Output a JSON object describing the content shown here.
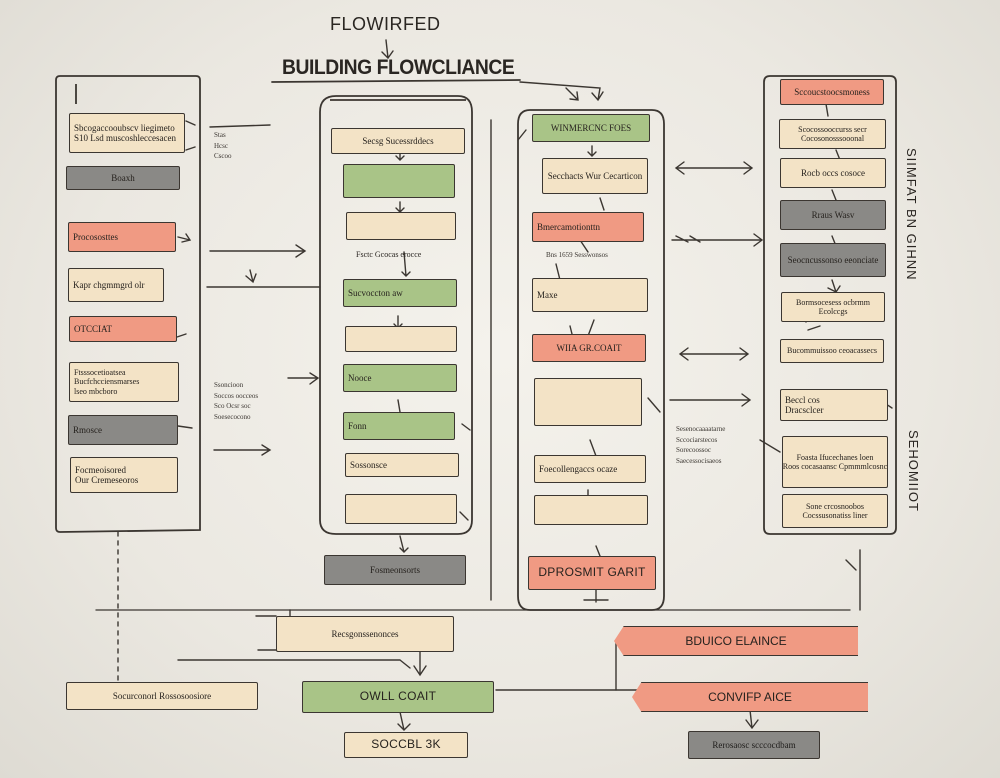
{
  "header": {
    "title_top": "FLOWIRFED",
    "title_main": "BUILDING FLOWCLIANCE"
  },
  "columns": {
    "col1": [
      {
        "label": "Sbcogaccooubscv liegimeto\nS10 Lsd muscoshleccesacen",
        "color": "cream"
      },
      {
        "label": "Boaxh",
        "color": "gray"
      },
      {
        "label": "Procososttes",
        "color": "salmon"
      },
      {
        "label": "Kapr chgmmgrd  olr",
        "color": "cream"
      },
      {
        "label": "OTCCIAT",
        "color": "salmon"
      },
      {
        "label": "Ftsssocetioatsea\nBucfchcciensmarses\nlseo mbcboro",
        "color": "cream"
      },
      {
        "label": "Rmosce",
        "color": "gray"
      },
      {
        "label": "Focmeoisored\nOur Cremeseoros",
        "color": "cream"
      }
    ],
    "col2": [
      {
        "label": "Secsg Sucessrddecs",
        "color": "cream"
      },
      {
        "label": "",
        "color": "green"
      },
      {
        "label": "",
        "color": "cream"
      },
      {
        "label": "Sucvoccton aw",
        "color": "green"
      },
      {
        "label": "",
        "color": "cream"
      },
      {
        "label": "Nooce",
        "color": "green"
      },
      {
        "label": "Fonn",
        "color": "green"
      },
      {
        "label": "Sossonsce",
        "color": "cream"
      },
      {
        "label": "",
        "color": "cream"
      }
    ],
    "col2_bottom": "Fosmeonsorts",
    "col3": [
      {
        "label": "WINMERCNC  FOES",
        "color": "green"
      },
      {
        "label": "Secchacts Wur Cecarticon",
        "color": "cream"
      },
      {
        "label": "Bmercamotionttn",
        "color": "salmon"
      },
      {
        "label": "Maxe",
        "color": "cream"
      },
      {
        "label": "WIIA GR.COAIT",
        "color": "salmon"
      },
      {
        "label": "",
        "color": "cream"
      },
      {
        "label": "Foecollengaccs ocaze",
        "color": "cream"
      },
      {
        "label": "",
        "color": "cream"
      }
    ],
    "col3_bottom": "DPROSMIT GARIT",
    "col4": [
      {
        "label": "Sccoucstoocsmoness",
        "color": "salmon"
      },
      {
        "label": "Scocossooccurss secr\nCocosonosssooonal",
        "color": "cream"
      },
      {
        "label": "Rocb occs cosoce",
        "color": "cream"
      },
      {
        "label": "Rraus Wasv",
        "color": "gray"
      },
      {
        "label": "Seocncussonso eeonciate",
        "color": "gray"
      },
      {
        "label": "Bormsocesess ocbrmm\nEcolccgs",
        "color": "cream"
      },
      {
        "label": "Bucommuissoo ceoacassecs",
        "color": "cream"
      },
      {
        "label": "Beccl cos\nDracsclcer",
        "color": "cream"
      },
      {
        "label": "Foasta Ifucechanes loen\nRoos cocasaansc Cpmmmlcosnc",
        "color": "cream"
      },
      {
        "label": "Sone crcosnoobos\nCocssusonatiss liner",
        "color": "cream"
      }
    ]
  },
  "notes": {
    "n1": "Stas\nHcsc\nCscoo",
    "n2": "Ssoncioon\nSoccos oocceos\nSco Ocsr soc\nSoesecocono",
    "n3": "Bns 1659 Sesswonsos",
    "n4": "Sesenocaaaatarne\nSccociarstecos\nSorecoossoc\nSaecessocisaeos",
    "vert1": "SIIMFAT BN GIHNN",
    "vert2": "SEHOMIIOT"
  },
  "bottom": {
    "mid_top": "Recsgonssenonces",
    "left": "Socurconorl Rossosoosiore",
    "center": "OWLL COAIT",
    "center_small": "SOCCBL 3K",
    "right1": "BDUICO ELAINCE",
    "right2": "CONVIFP AICE",
    "right_small": "Rerosaosc scccocdbam"
  }
}
